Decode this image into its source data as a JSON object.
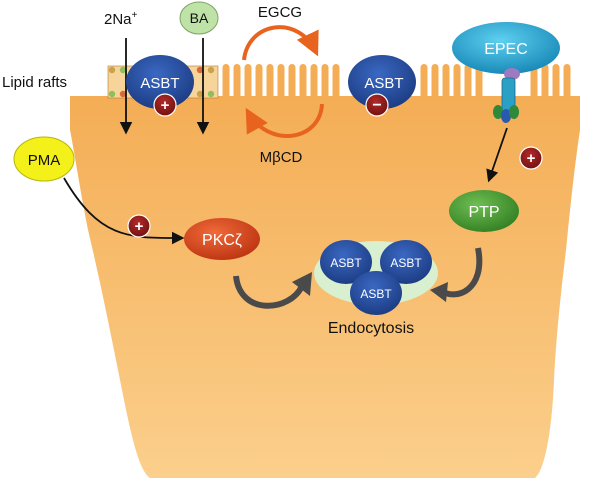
{
  "labels": {
    "lipid_rafts": "Lipid rafts",
    "sodium": "2Na",
    "sodium_sup": "+",
    "ba": "BA",
    "egcg": "EGCG",
    "mbcd": "MβCD",
    "epec": "EPEC",
    "pma": "PMA",
    "pkc": "PKCζ",
    "ptp": "PTP",
    "endocytosis": "Endocytosis"
  },
  "transporters": {
    "raft_asbt": "ASBT",
    "nonraft_asbt": "ASBT",
    "endocytosed": [
      "ASBT",
      "ASBT",
      "ASBT"
    ]
  },
  "signs": {
    "plus": "+",
    "minus": "−"
  },
  "colors": {
    "cell": "#f6b35d",
    "cell_light": "#fcd9a0",
    "asbt": "#244a9c",
    "sign": "#8f1b1b",
    "arrow_orange": "#e8641e",
    "pma": "#f4f01a",
    "ba": "#bfe3a6",
    "ptp": "#4e9a3a",
    "pkc": "#d8441a",
    "epec": "#22a9d4",
    "vesicle": "#d8f0cf"
  }
}
